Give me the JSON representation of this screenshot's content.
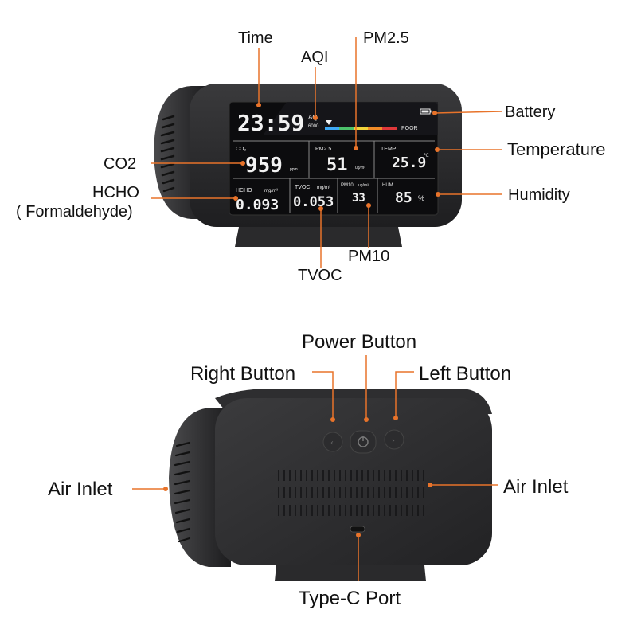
{
  "callouts": {
    "time": "Time",
    "aqi": "AQI",
    "pm25": "PM2.5",
    "battery": "Battery",
    "temperature": "Temperature",
    "co2": "CO2",
    "hcho_line1": "HCHO",
    "hcho_line2": "( Formaldehyde)",
    "humidity": "Humidity",
    "pm10": "PM10",
    "tvoc": "TVOC",
    "power_button": "Power Button",
    "right_button": "Right Button",
    "left_button": "Left Button",
    "air_inlet_left": "Air Inlet",
    "air_inlet_right": "Air Inlet",
    "type_c_port": "Type-C Port"
  },
  "screen": {
    "time": "23:59",
    "aqi_label": "AQI",
    "aqi_sub": "6000",
    "aqi_poor": "POOR",
    "co2_label": "CO₂",
    "co2_value": "959",
    "co2_unit": "ppm",
    "pm25_label": "PM2.5",
    "pm25_value": "51",
    "pm25_unit": "ug/m³",
    "temp_label": "TEMP",
    "temp_value": "25.9",
    "temp_unit": "℃",
    "hcho_label": "HCHO",
    "hcho_unit": "mg/m³",
    "hcho_value": "0.093",
    "tvoc_label": "TVOC",
    "tvoc_unit": "mg/m³",
    "tvoc_value": "0.053",
    "pm10_label": "PM10",
    "pm10_unit": "ug/m³",
    "pm10_value": "33",
    "hum_label": "HUM",
    "hum_value": "85",
    "hum_unit": "%"
  },
  "colors": {
    "accent_line": "#e8732a",
    "device_body": "#2b2b2d",
    "screen_bg": "#0c0c0e",
    "aqi_bar": [
      "#3fa9f5",
      "#4cc26b",
      "#f2d43a",
      "#f28c28",
      "#e0383a"
    ]
  }
}
